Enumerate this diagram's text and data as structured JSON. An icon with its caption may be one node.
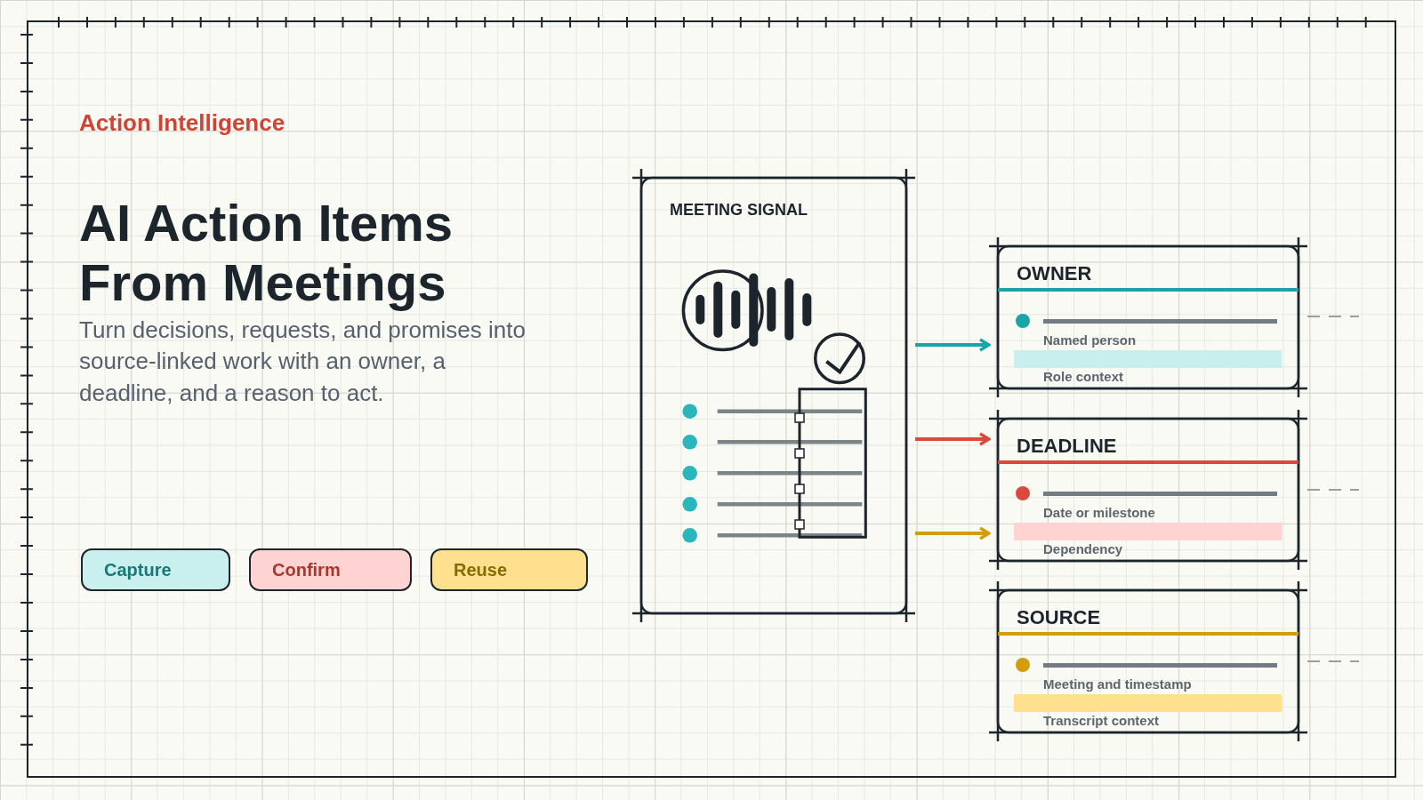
{
  "diagram": {
    "title": "AI Action Items From Meetings",
    "nodes": [
      {
        "text": [
          "Capture"
        ]
      },
      {
        "text": [
          "Confirm"
        ]
      },
      {
        "text": [
          "Reuse"
        ]
      },
      {
        "text": [
          "MEETING SIGNAL"
        ]
      },
      {
        "text": [
          "OWNER",
          "Named person",
          "Role context"
        ]
      },
      {
        "text": [
          "DEADLINE",
          "Date or milestone",
          "Dependency"
        ]
      },
      {
        "text": [
          "SOURCE",
          "Meeting and timestamp",
          "Transcript context"
        ]
      }
    ],
    "edges": [
      {
        "from": 3,
        "to": 4,
        "arrow": "to",
        "color": "#1aa3a8"
      },
      {
        "from": 3,
        "to": 5,
        "arrow": "to",
        "color": "#d94a3c"
      },
      {
        "from": 3,
        "to": 5,
        "arrow": "to",
        "color": "#d59c0c"
      },
      {
        "from": 4,
        "to": null,
        "arrow": "none",
        "style": "dashed",
        "color": "#9d9d9d"
      },
      {
        "from": 5,
        "to": null,
        "arrow": "none",
        "style": "dashed",
        "color": "#9d9d9d"
      },
      {
        "from": 6,
        "to": null,
        "arrow": "none",
        "style": "dashed",
        "color": "#9d9d9d"
      }
    ],
    "labels": [
      "Action Intelligence",
      "Turn decisions, requests, and promises into source-linked work with an owner, a deadline, and a reason to act."
    ]
  }
}
